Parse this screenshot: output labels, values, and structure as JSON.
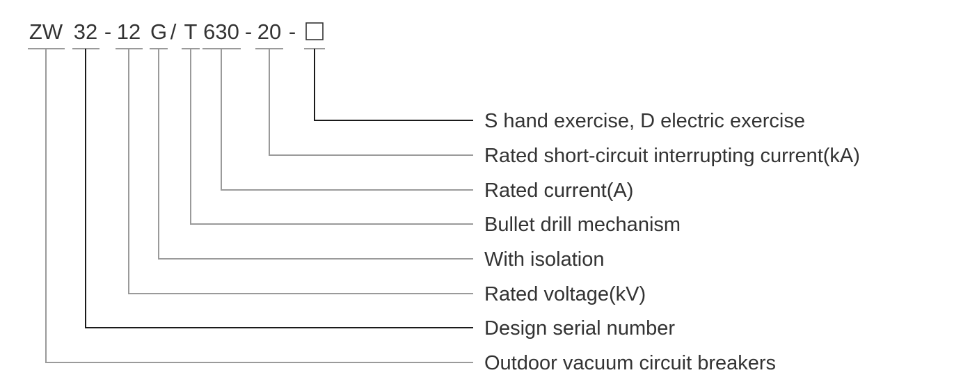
{
  "model_code": {
    "segments": [
      {
        "id": "zw",
        "text": "ZW"
      },
      {
        "id": "32",
        "text": "32"
      },
      {
        "id": "dash1",
        "text": "-"
      },
      {
        "id": "12",
        "text": "12"
      },
      {
        "id": "g",
        "text": "G"
      },
      {
        "id": "slash",
        "text": "/"
      },
      {
        "id": "t",
        "text": "T"
      },
      {
        "id": "630",
        "text": "630"
      },
      {
        "id": "dash2",
        "text": "-"
      },
      {
        "id": "20",
        "text": "20"
      },
      {
        "id": "dash3",
        "text": "-"
      },
      {
        "id": "box",
        "text": "□"
      }
    ]
  },
  "annotations": [
    {
      "segment": "box",
      "label": "S hand exercise, D electric exercise"
    },
    {
      "segment": "20",
      "label": "Rated short-circuit interrupting current(kA)"
    },
    {
      "segment": "630",
      "label": "Rated current(A)"
    },
    {
      "segment": "t",
      "label": "Bullet drill mechanism"
    },
    {
      "segment": "g",
      "label": "With isolation"
    },
    {
      "segment": "12",
      "label": "Rated voltage(kV)"
    },
    {
      "segment": "32",
      "label": "Design serial number"
    },
    {
      "segment": "zw",
      "label": "Outdoor vacuum circuit breakers"
    }
  ],
  "colors": {
    "text": "#333333",
    "leader_upper": "#1a1a1a",
    "leader_lower": "#9a9a9a"
  }
}
